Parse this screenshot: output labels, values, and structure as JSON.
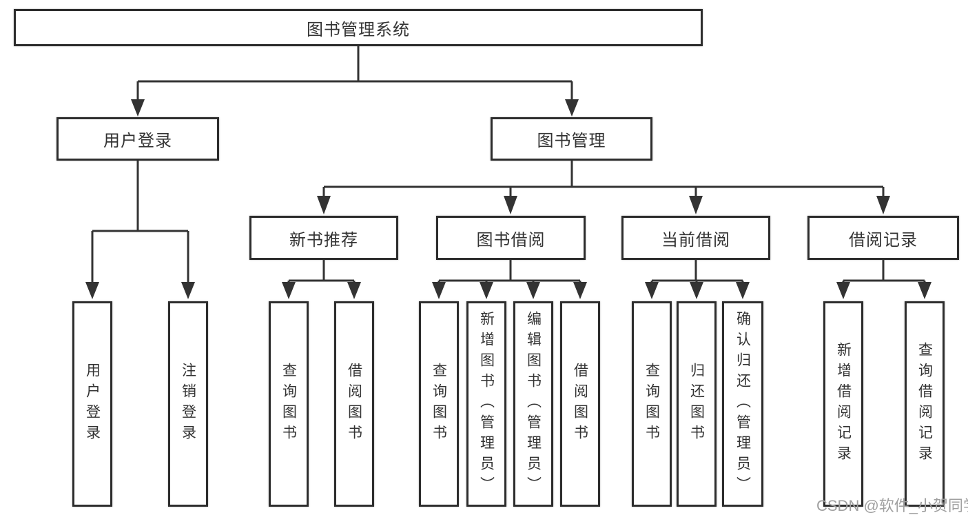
{
  "diagram": {
    "colors": {
      "line": "#333333",
      "box_border": "#2d2d2d",
      "box_background": "#ffffff",
      "text": "#333333",
      "watermark": "#a0a0a0"
    },
    "tree": {
      "label": "图书管理系统",
      "children": [
        {
          "label": "用户登录",
          "children": [
            {
              "label": "用户登录"
            },
            {
              "label": "注销登录"
            }
          ]
        },
        {
          "label": "图书管理",
          "children": [
            {
              "label": "新书推荐",
              "children": [
                {
                  "label": "查询图书"
                },
                {
                  "label": "借阅图书"
                }
              ]
            },
            {
              "label": "图书借阅",
              "children": [
                {
                  "label": "查询图书"
                },
                {
                  "label": "新增图书（管理员）"
                },
                {
                  "label": "编辑图书（管理员）"
                },
                {
                  "label": "借阅图书"
                }
              ]
            },
            {
              "label": "当前借阅",
              "children": [
                {
                  "label": "查询图书"
                },
                {
                  "label": "归还图书"
                },
                {
                  "label": "确认归还（管理员）"
                }
              ]
            },
            {
              "label": "借阅记录",
              "children": [
                {
                  "label": "新增借阅记录"
                },
                {
                  "label": "查询借阅记录"
                }
              ]
            }
          ]
        }
      ]
    },
    "watermark": {
      "text": "CSDN @软件_小贺同学"
    }
  }
}
